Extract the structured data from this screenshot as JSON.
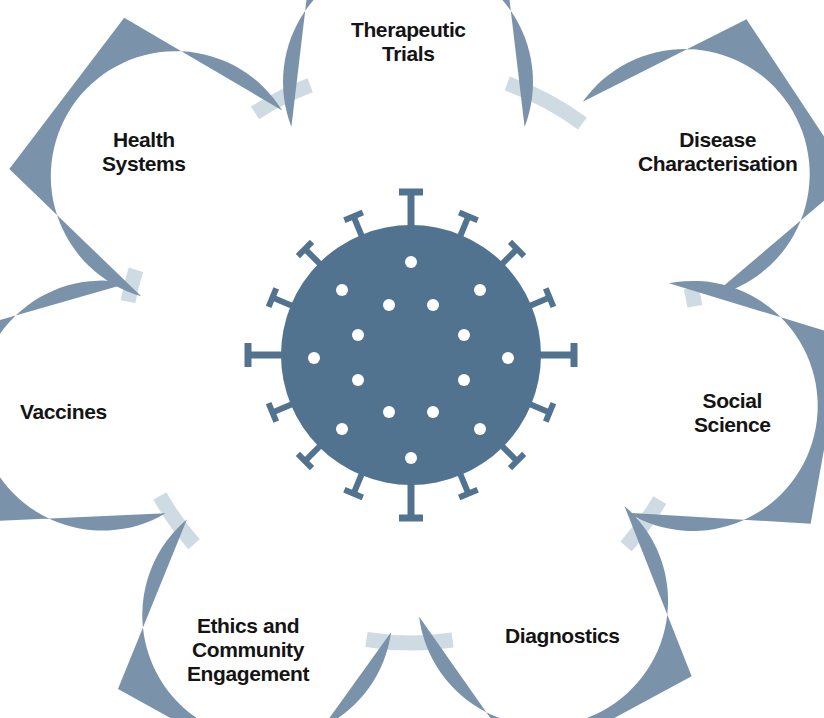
{
  "diagram": {
    "nodes": [
      {
        "text": [
          "Therapeutic Trials"
        ]
      },
      {
        "text": [
          "Disease Characterisation"
        ]
      },
      {
        "text": [
          "Social Science"
        ]
      },
      {
        "text": [
          "Diagnostics"
        ]
      },
      {
        "text": [
          "Ethics and Community Engagement"
        ]
      },
      {
        "text": [
          "Vaccines"
        ]
      },
      {
        "text": [
          "Health Systems"
        ]
      }
    ],
    "edges": [
      {
        "from": 0,
        "to": 1,
        "arrow": "none"
      },
      {
        "from": 1,
        "to": 2,
        "arrow": "none"
      },
      {
        "from": 2,
        "to": 3,
        "arrow": "none"
      },
      {
        "from": 3,
        "to": 4,
        "arrow": "none"
      },
      {
        "from": 4,
        "to": 5,
        "arrow": "none"
      },
      {
        "from": 5,
        "to": 6,
        "arrow": "none"
      },
      {
        "from": 6,
        "to": 0,
        "arrow": "none"
      }
    ]
  }
}
